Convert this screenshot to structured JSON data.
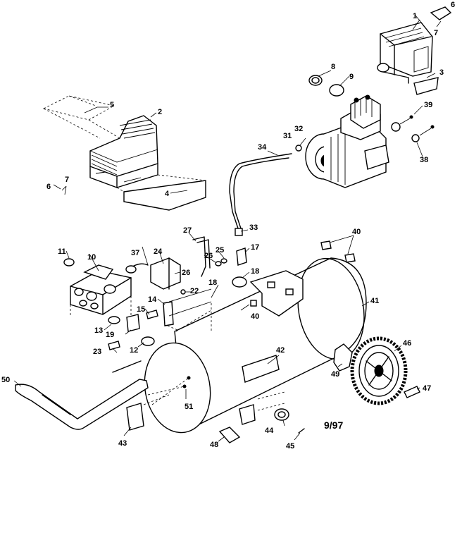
{
  "date_code": "9/97",
  "callouts": [
    {
      "id": "c1",
      "text": "1"
    },
    {
      "id": "c2",
      "text": "2"
    },
    {
      "id": "c3",
      "text": "3"
    },
    {
      "id": "c4",
      "text": "4"
    },
    {
      "id": "c5",
      "text": "5"
    },
    {
      "id": "c6a",
      "text": "6"
    },
    {
      "id": "c6b",
      "text": "6"
    },
    {
      "id": "c7a",
      "text": "7"
    },
    {
      "id": "c7b",
      "text": "7"
    },
    {
      "id": "c8",
      "text": "8"
    },
    {
      "id": "c9",
      "text": "9"
    },
    {
      "id": "c10",
      "text": "10"
    },
    {
      "id": "c11",
      "text": "11"
    },
    {
      "id": "c12",
      "text": "12"
    },
    {
      "id": "c13",
      "text": "13"
    },
    {
      "id": "c14",
      "text": "14"
    },
    {
      "id": "c15",
      "text": "15"
    },
    {
      "id": "c17",
      "text": "17"
    },
    {
      "id": "c18a",
      "text": "18"
    },
    {
      "id": "c18b",
      "text": "18"
    },
    {
      "id": "c19",
      "text": "19"
    },
    {
      "id": "c22",
      "text": "22"
    },
    {
      "id": "c23",
      "text": "23"
    },
    {
      "id": "c24",
      "text": "24"
    },
    {
      "id": "c25",
      "text": "25"
    },
    {
      "id": "c26a",
      "text": "26"
    },
    {
      "id": "c26b",
      "text": "26"
    },
    {
      "id": "c27",
      "text": "27"
    },
    {
      "id": "c31",
      "text": "31"
    },
    {
      "id": "c32",
      "text": "32"
    },
    {
      "id": "c33",
      "text": "33"
    },
    {
      "id": "c34",
      "text": "34"
    },
    {
      "id": "c37",
      "text": "37"
    },
    {
      "id": "c38",
      "text": "38"
    },
    {
      "id": "c39",
      "text": "39"
    },
    {
      "id": "c40a",
      "text": "40"
    },
    {
      "id": "c40b",
      "text": "40"
    },
    {
      "id": "c41",
      "text": "41"
    },
    {
      "id": "c42",
      "text": "42"
    },
    {
      "id": "c43",
      "text": "43"
    },
    {
      "id": "c44",
      "text": "44"
    },
    {
      "id": "c45",
      "text": "45"
    },
    {
      "id": "c46",
      "text": "46"
    },
    {
      "id": "c47",
      "text": "47"
    },
    {
      "id": "c48",
      "text": "48"
    },
    {
      "id": "c49",
      "text": "49"
    },
    {
      "id": "c50",
      "text": "50"
    },
    {
      "id": "c51",
      "text": "51"
    }
  ]
}
